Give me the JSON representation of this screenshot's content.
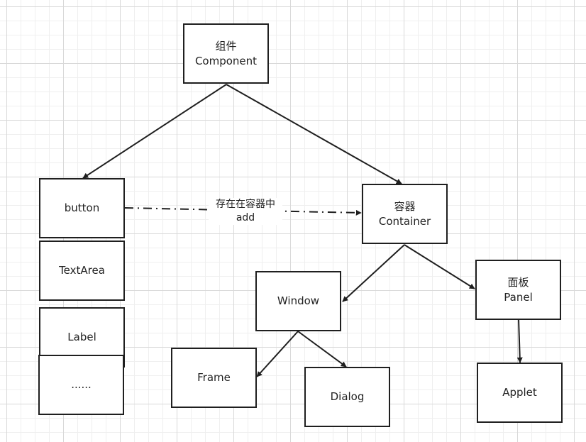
{
  "diagram": {
    "nodes": {
      "component": {
        "zh": "组件",
        "en": "Component"
      },
      "button": {
        "label": "button"
      },
      "textarea": {
        "label": "TextArea"
      },
      "label": {
        "label": "Label"
      },
      "more": {
        "label": "......"
      },
      "container": {
        "zh": "容器",
        "en": "Container"
      },
      "window": {
        "label": "Window"
      },
      "panel": {
        "zh": "面板",
        "en": "Panel"
      },
      "frame": {
        "label": "Frame"
      },
      "dialog": {
        "label": "Dialog"
      },
      "applet": {
        "label": "Applet"
      }
    },
    "edges": {
      "add_relation": {
        "line1": "存在在容器中",
        "line2": "add"
      }
    },
    "colors": {
      "stroke": "#1f1f1f",
      "text": "#222222",
      "grid_major": "#d9d9d9",
      "grid_minor": "#efefef"
    }
  }
}
